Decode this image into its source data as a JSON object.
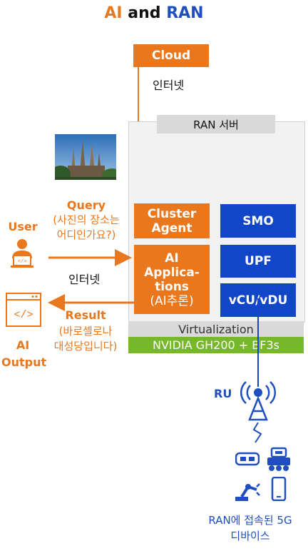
{
  "title": {
    "ai": "AI",
    "and": "and",
    "ran": "RAN"
  },
  "cloud": {
    "label": "Cloud",
    "link_label": "인터넷"
  },
  "server": {
    "header": "RAN 서버",
    "cluster_agent": {
      "line1": "Cluster",
      "line2": "Agent"
    },
    "ai_apps": {
      "line1": "AI",
      "line2": "Applica-",
      "line3": "tions",
      "line4": "(AI추론)"
    },
    "smo": "SMO",
    "upf": "UPF",
    "vcu_vdu": "vCU/vDU",
    "virtualization": "Virtualization",
    "hardware": "NVIDIA GH200 + BF3s"
  },
  "user": {
    "label": "User"
  },
  "query": {
    "label": "Query",
    "line1": "(사진의 장소는",
    "line2": "어디인가요?)"
  },
  "internet_mid": "인터넷",
  "result": {
    "label": "Result",
    "line1": "(바로셀로나",
    "line2": "대성당입니다)"
  },
  "ai_output": {
    "line1": "AI",
    "line2": "Output"
  },
  "ru": {
    "label": "RU"
  },
  "devices": {
    "line1": "RAN에 접속된 5G",
    "line2": "디바이스"
  },
  "colors": {
    "orange": "#E8771E",
    "blue": "#1246C8",
    "green": "#76B82A",
    "gray": "#D9D9D9"
  },
  "icons": [
    "landmark-photo",
    "user-laptop-icon",
    "code-window-icon",
    "antenna-tower-icon",
    "vr-headset-icon",
    "robot-vehicle-icon",
    "robot-arm-icon",
    "smartphone-icon"
  ]
}
